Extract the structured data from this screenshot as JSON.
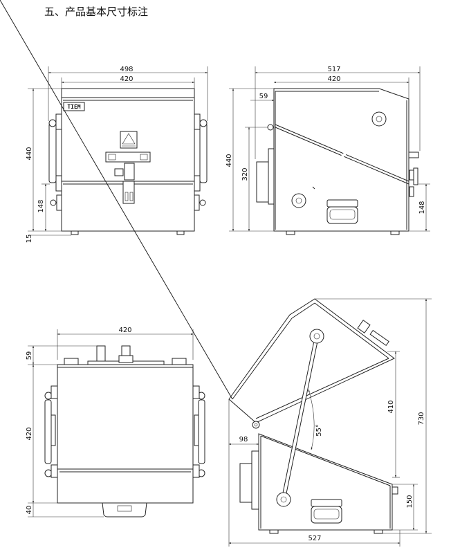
{
  "page": {
    "heading": "五、产品基本尺寸标注"
  },
  "front_view": {
    "width_outer": "498",
    "width_inner": "420",
    "height_total": "440",
    "height_lower": "148",
    "height_foot": "15",
    "logo_text": "TIEM"
  },
  "side_view": {
    "width_outer": "517",
    "width_inner": "420",
    "offset_top": "59",
    "height_total": "440",
    "height_mid": "320",
    "height_lower": "148"
  },
  "top_view": {
    "width": "420",
    "depth_front": "59",
    "depth_body": "420",
    "depth_rear": "40"
  },
  "open_view": {
    "height_total": "730",
    "height_lid": "410",
    "height_lower": "150",
    "offset_left": "98",
    "width_base": "527",
    "angle": "55°"
  }
}
